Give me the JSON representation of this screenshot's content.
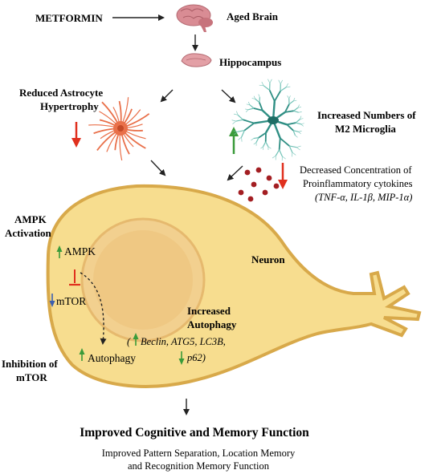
{
  "top": {
    "metformin": "METFORMIN",
    "aged_brain": "Aged Brain",
    "hippocampus": "Hippocampus"
  },
  "astrocyte": {
    "line1": "Reduced Astrocyte",
    "line2": "Hypertrophy"
  },
  "microglia": {
    "line1": "Increased Numbers of",
    "line2": "M2 Microglia"
  },
  "cytokines": {
    "line1": "Decreased Concentration of",
    "line2": "Proinflammatory cytokines",
    "line3": "(TNF-α, IL-1β, MIP-1α)"
  },
  "left_labels": {
    "ampk_activation_1": "AMPK",
    "ampk_activation_2": "Activation",
    "inhibition_1": "Inhibition of",
    "inhibition_2": "mTOR"
  },
  "neuron": {
    "label": "Neuron",
    "ampk": "AMPK",
    "mtor": "mTOR",
    "autophagy": "Autophagy",
    "increased_1": "Increased",
    "increased_2": "Autophagy",
    "markers_1": "(",
    "markers_1b": "Beclin, ATG5, LC3B,",
    "markers_2": "p62)"
  },
  "outcome": {
    "title": "Improved Cognitive and Memory Function",
    "sub1": "Improved Pattern Separation, Location Memory",
    "sub2": "and Recognition Memory Function"
  },
  "colors": {
    "up_arrow": "#3a9b3a",
    "down_arrow": "#e0301e",
    "mtor_arrow": "#3b5fb0",
    "neuron_fill": "#f7dd8f",
    "neuron_stroke": "#d8a94a",
    "nucleus_fill": "#efc883",
    "astrocyte": "#e9704a",
    "microglia": "#2f8f84",
    "cytokine": "#a31e22",
    "brain": "#d98c94"
  }
}
